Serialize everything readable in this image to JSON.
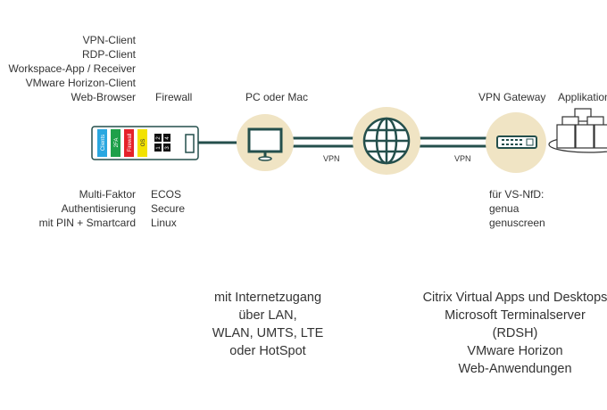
{
  "clients": [
    "VPN-Client",
    "RDP-Client",
    "Workspace-App / Receiver",
    "VMware Horizon-Client",
    "Web-Browser"
  ],
  "labels": {
    "firewall": "Firewall",
    "pc": "PC oder Mac",
    "gateway": "VPN Gateway",
    "apps": "Applikationen"
  },
  "stick": {
    "sections": [
      {
        "label": "Clients",
        "color": "#2aa7e0"
      },
      {
        "label": "2FA",
        "color": "#1ea04a"
      },
      {
        "label": "Firewall",
        "color": "#e52229"
      },
      {
        "label": "OS",
        "color": "#f2e200"
      }
    ],
    "keys": [
      "1",
      "2",
      "3",
      "4"
    ]
  },
  "vpn_label": "VPN",
  "auth": [
    "Multi-Faktor",
    "Authentisierung",
    "mit PIN + Smartcard"
  ],
  "os": [
    "ECOS",
    "Secure",
    "Linux"
  ],
  "vsnfd": [
    "für VS-NfD:",
    "genua",
    "genuscreen"
  ],
  "internet": [
    "mit Internetzugang",
    "über LAN,",
    "WLAN, UMTS, LTE",
    "oder HotSpot"
  ],
  "backend": [
    "Citrix Virtual Apps und Desktops",
    "Microsoft Terminalserver",
    "(RDSH)",
    "VMware Horizon",
    "Web-Anwendungen"
  ],
  "colors": {
    "circle": "#f0e4c4",
    "line": "#244f4c"
  }
}
